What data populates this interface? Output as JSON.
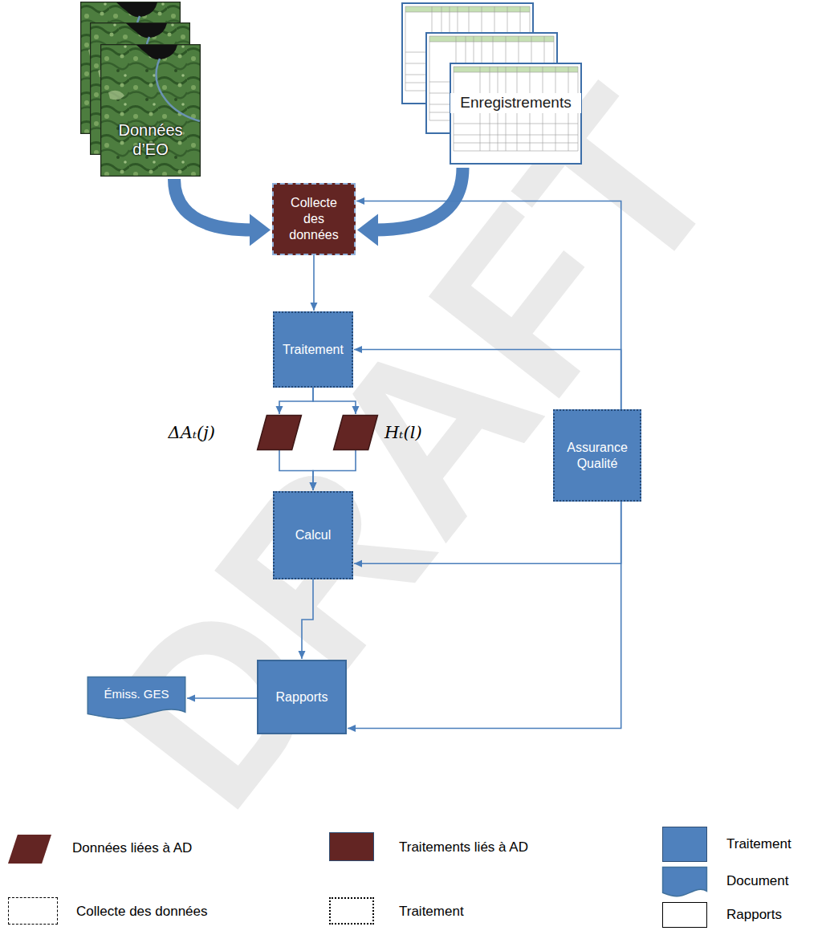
{
  "diagram": {
    "nodes": [
      {
        "text": [
          "Données d’EO"
        ]
      },
      {
        "text": [
          "Enregistrements"
        ]
      },
      {
        "text": [
          "Collecte des données"
        ]
      },
      {
        "text": [
          "Traitement"
        ]
      },
      {
        "text": [
          "ΔAₜ(j)"
        ]
      },
      {
        "text": [
          "Hₜ(l)"
        ]
      },
      {
        "text": [
          "Assurance Qualité"
        ]
      },
      {
        "text": [
          "Calcul"
        ]
      },
      {
        "text": [
          "Rapports"
        ]
      },
      {
        "text": [
          "Émiss. GES"
        ]
      }
    ],
    "edges": [
      {
        "from": 0,
        "to": 2,
        "arrow": "to"
      },
      {
        "from": 1,
        "to": 2,
        "arrow": "to"
      },
      {
        "from": 2,
        "to": 3,
        "arrow": "to"
      },
      {
        "from": 3,
        "to": 4,
        "arrow": "to"
      },
      {
        "from": 3,
        "to": 5,
        "arrow": "to"
      },
      {
        "from": 4,
        "to": 7,
        "arrow": "to"
      },
      {
        "from": 5,
        "to": 7,
        "arrow": "to"
      },
      {
        "from": 7,
        "to": 8,
        "arrow": "to"
      },
      {
        "from": 8,
        "to": 9,
        "arrow": "to"
      },
      {
        "from": 6,
        "to": 2,
        "arrow": "to"
      },
      {
        "from": 6,
        "to": 3,
        "arrow": "to"
      },
      {
        "from": 6,
        "to": 7,
        "arrow": "to"
      },
      {
        "from": 6,
        "to": 8,
        "arrow": "to"
      }
    ],
    "labels": [
      "DRAFT"
    ],
    "legend": [
      {
        "text": "Données liées à AD",
        "color": "#632523"
      },
      {
        "text": "Traitements liés à AD",
        "color": "#632523"
      },
      {
        "text": "Traitement",
        "color": "#4f81bd"
      },
      {
        "text": "Document",
        "color": "#4f81bd"
      },
      {
        "text": "Collecte des données"
      },
      {
        "text": "Traitement"
      },
      {
        "text": "Rapports"
      }
    ]
  }
}
